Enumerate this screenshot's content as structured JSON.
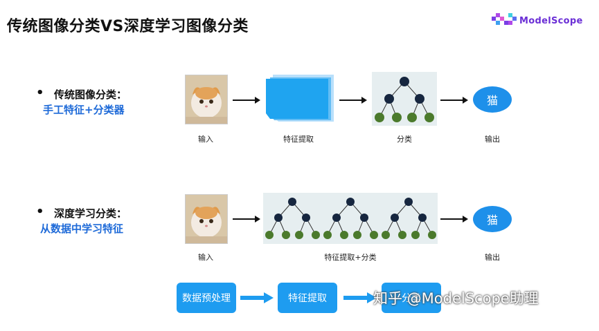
{
  "title": "传统图像分类VS深度学习图像分类",
  "logo": {
    "text": "ModelScope"
  },
  "traditional": {
    "bullet": "•",
    "heading": "传统图像分类：",
    "subheading": "手工特征+分类器",
    "labels": {
      "input": "输入",
      "feature": "特征提取",
      "classify": "分类",
      "output": "输出"
    },
    "output_value": "猫"
  },
  "deep": {
    "bullet": "•",
    "heading": "深度学习分类：",
    "subheading": "从数据中学习特征",
    "labels": {
      "input": "输入",
      "feature_classify": "特征提取+分类",
      "output": "输出"
    },
    "output_value": "猫"
  },
  "pipeline": {
    "steps": [
      "数据预处理",
      "特征提取",
      "分类"
    ]
  },
  "watermark": "知乎 @ModelScope助理",
  "colors": {
    "accent_blue": "#1e90ea",
    "node_dark": "#16263f",
    "node_green": "#4b7a2c"
  }
}
